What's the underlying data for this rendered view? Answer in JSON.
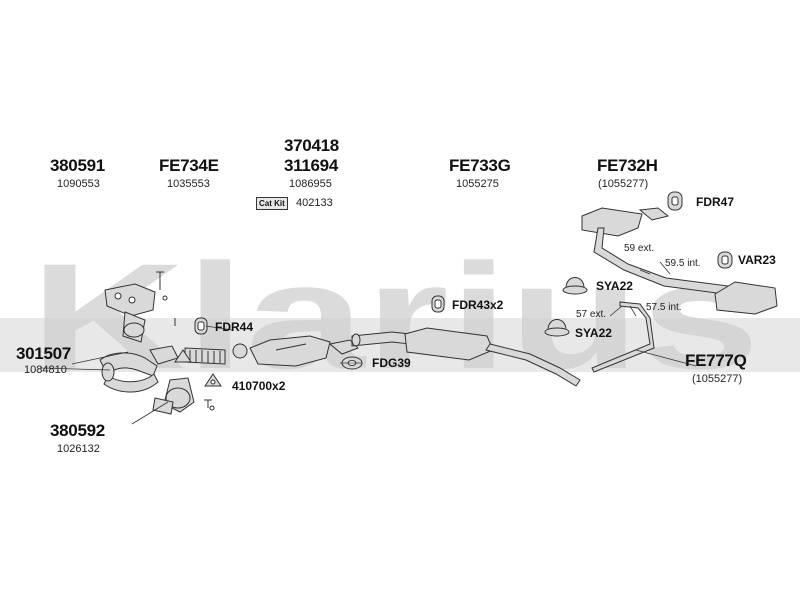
{
  "watermark": "Klarius",
  "parts": [
    {
      "id": "p380591",
      "number": "380591",
      "code": "1090553"
    },
    {
      "id": "fe734e",
      "number": "FE734E",
      "code": "1035553"
    },
    {
      "id": "p370418",
      "number": "370418"
    },
    {
      "id": "p311694",
      "number": "311694",
      "code": "1086955"
    },
    {
      "id": "catkit",
      "badge": "Cat Kit",
      "code": "402133"
    },
    {
      "id": "fe733g",
      "number": "FE733G",
      "code": "1055275"
    },
    {
      "id": "fe732h",
      "number": "FE732H",
      "code": "(1055277)"
    },
    {
      "id": "p301507",
      "number": "301507",
      "code": "1084810"
    },
    {
      "id": "p380592",
      "number": "380592",
      "code": "1026132"
    },
    {
      "id": "fe777q",
      "number": "FE777Q",
      "code": "(1055277)"
    }
  ],
  "fittings": {
    "fdr47": "FDR47",
    "var23": "VAR23",
    "sya22_top": "SYA22",
    "sya22_bottom": "SYA22",
    "fdr43x2": "FDR43x2",
    "fdr44": "FDR44",
    "fdg39": "FDG39",
    "k410700x2": "410700x2"
  },
  "dimensions": {
    "d59ext": "59 ext.",
    "d595int": "59.5 int.",
    "d57ext": "57 ext.",
    "d575int": "57.5 int."
  },
  "colors": {
    "watermark": "#cfcfcf",
    "part_fill": "#d9d9d9",
    "outline": "#333333"
  }
}
